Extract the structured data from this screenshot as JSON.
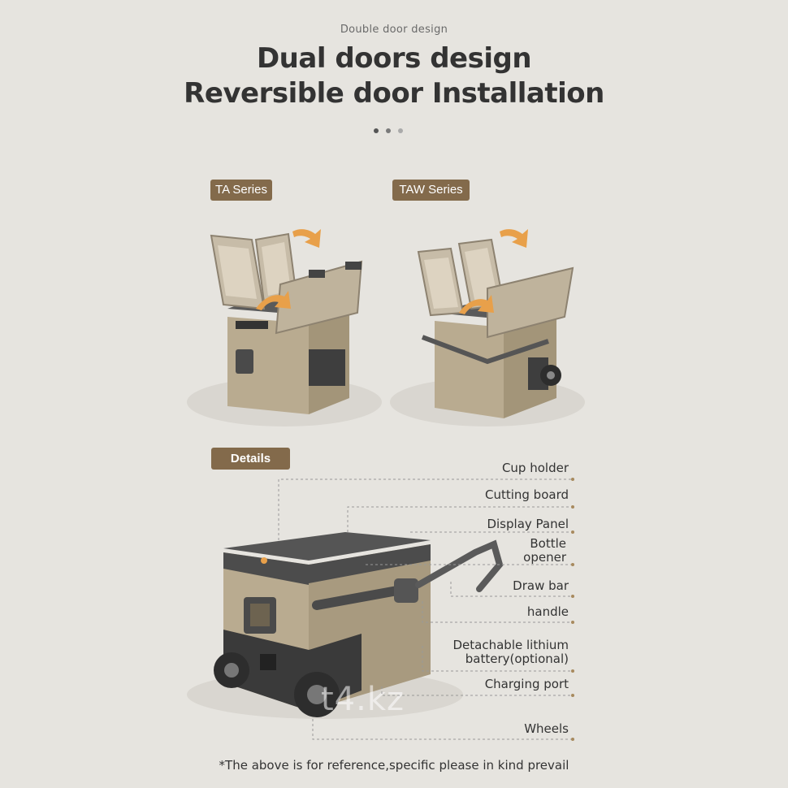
{
  "header": {
    "eyebrow": "Double door design",
    "title_line1": "Dual doors design",
    "title_line2": "Reversible door Installation"
  },
  "series": [
    {
      "tag": "TA Series"
    },
    {
      "tag": "TAW Series"
    }
  ],
  "details": {
    "tag": "Details",
    "labels": [
      {
        "text": "Cup holder"
      },
      {
        "text": "Cutting board"
      },
      {
        "text": "Display Panel"
      },
      {
        "text": "Bottle opener"
      },
      {
        "text": "Draw bar"
      },
      {
        "text": "handle"
      },
      {
        "text": "Detachable lithium battery(optional)"
      },
      {
        "text": "Charging port"
      },
      {
        "text": "Wheels"
      }
    ]
  },
  "footnote": "*The above is for reference,specific please in kind prevail",
  "watermark": "t4.kz",
  "colors": {
    "background": "#e6e4df",
    "tag": "#836a4b",
    "accent_arrow": "#e8a04a",
    "body_tan": "#b7a98f",
    "dark_trim": "#4a4a4a"
  },
  "icons": [
    "pagination-dots",
    "open-arrow-icon"
  ]
}
